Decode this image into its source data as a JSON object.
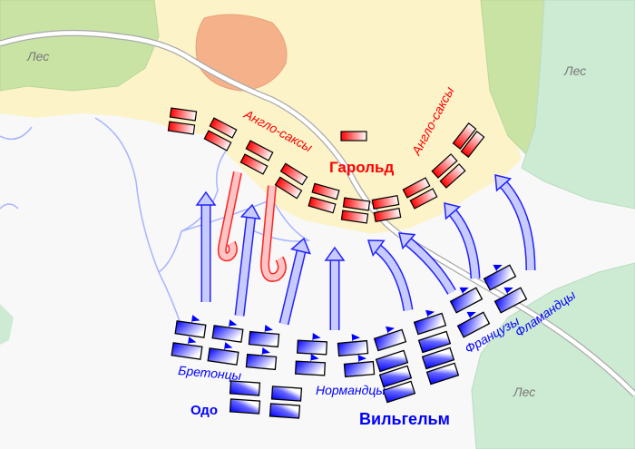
{
  "labels": {
    "forest_1": "Лес",
    "forest_2": "Лес",
    "forest_3": "Лес",
    "anglo_saxons_left": "Англо-саксы",
    "anglo_saxons_right": "Англо-саксы",
    "harold": "Гарольд",
    "bretons": "Бретонцы",
    "odo": "Одо",
    "normans": "Нормандцы",
    "william": "Вильгельм",
    "french": "Французы",
    "flemish": "Фламандцы"
  },
  "colors": {
    "saxon": "#ff0000",
    "norman": "#0000ff",
    "forest_light": "#c9e3a5",
    "forest_mint": "#cdebd3",
    "hill": "#f5b28a",
    "high_ground": "#fdf3c9"
  }
}
